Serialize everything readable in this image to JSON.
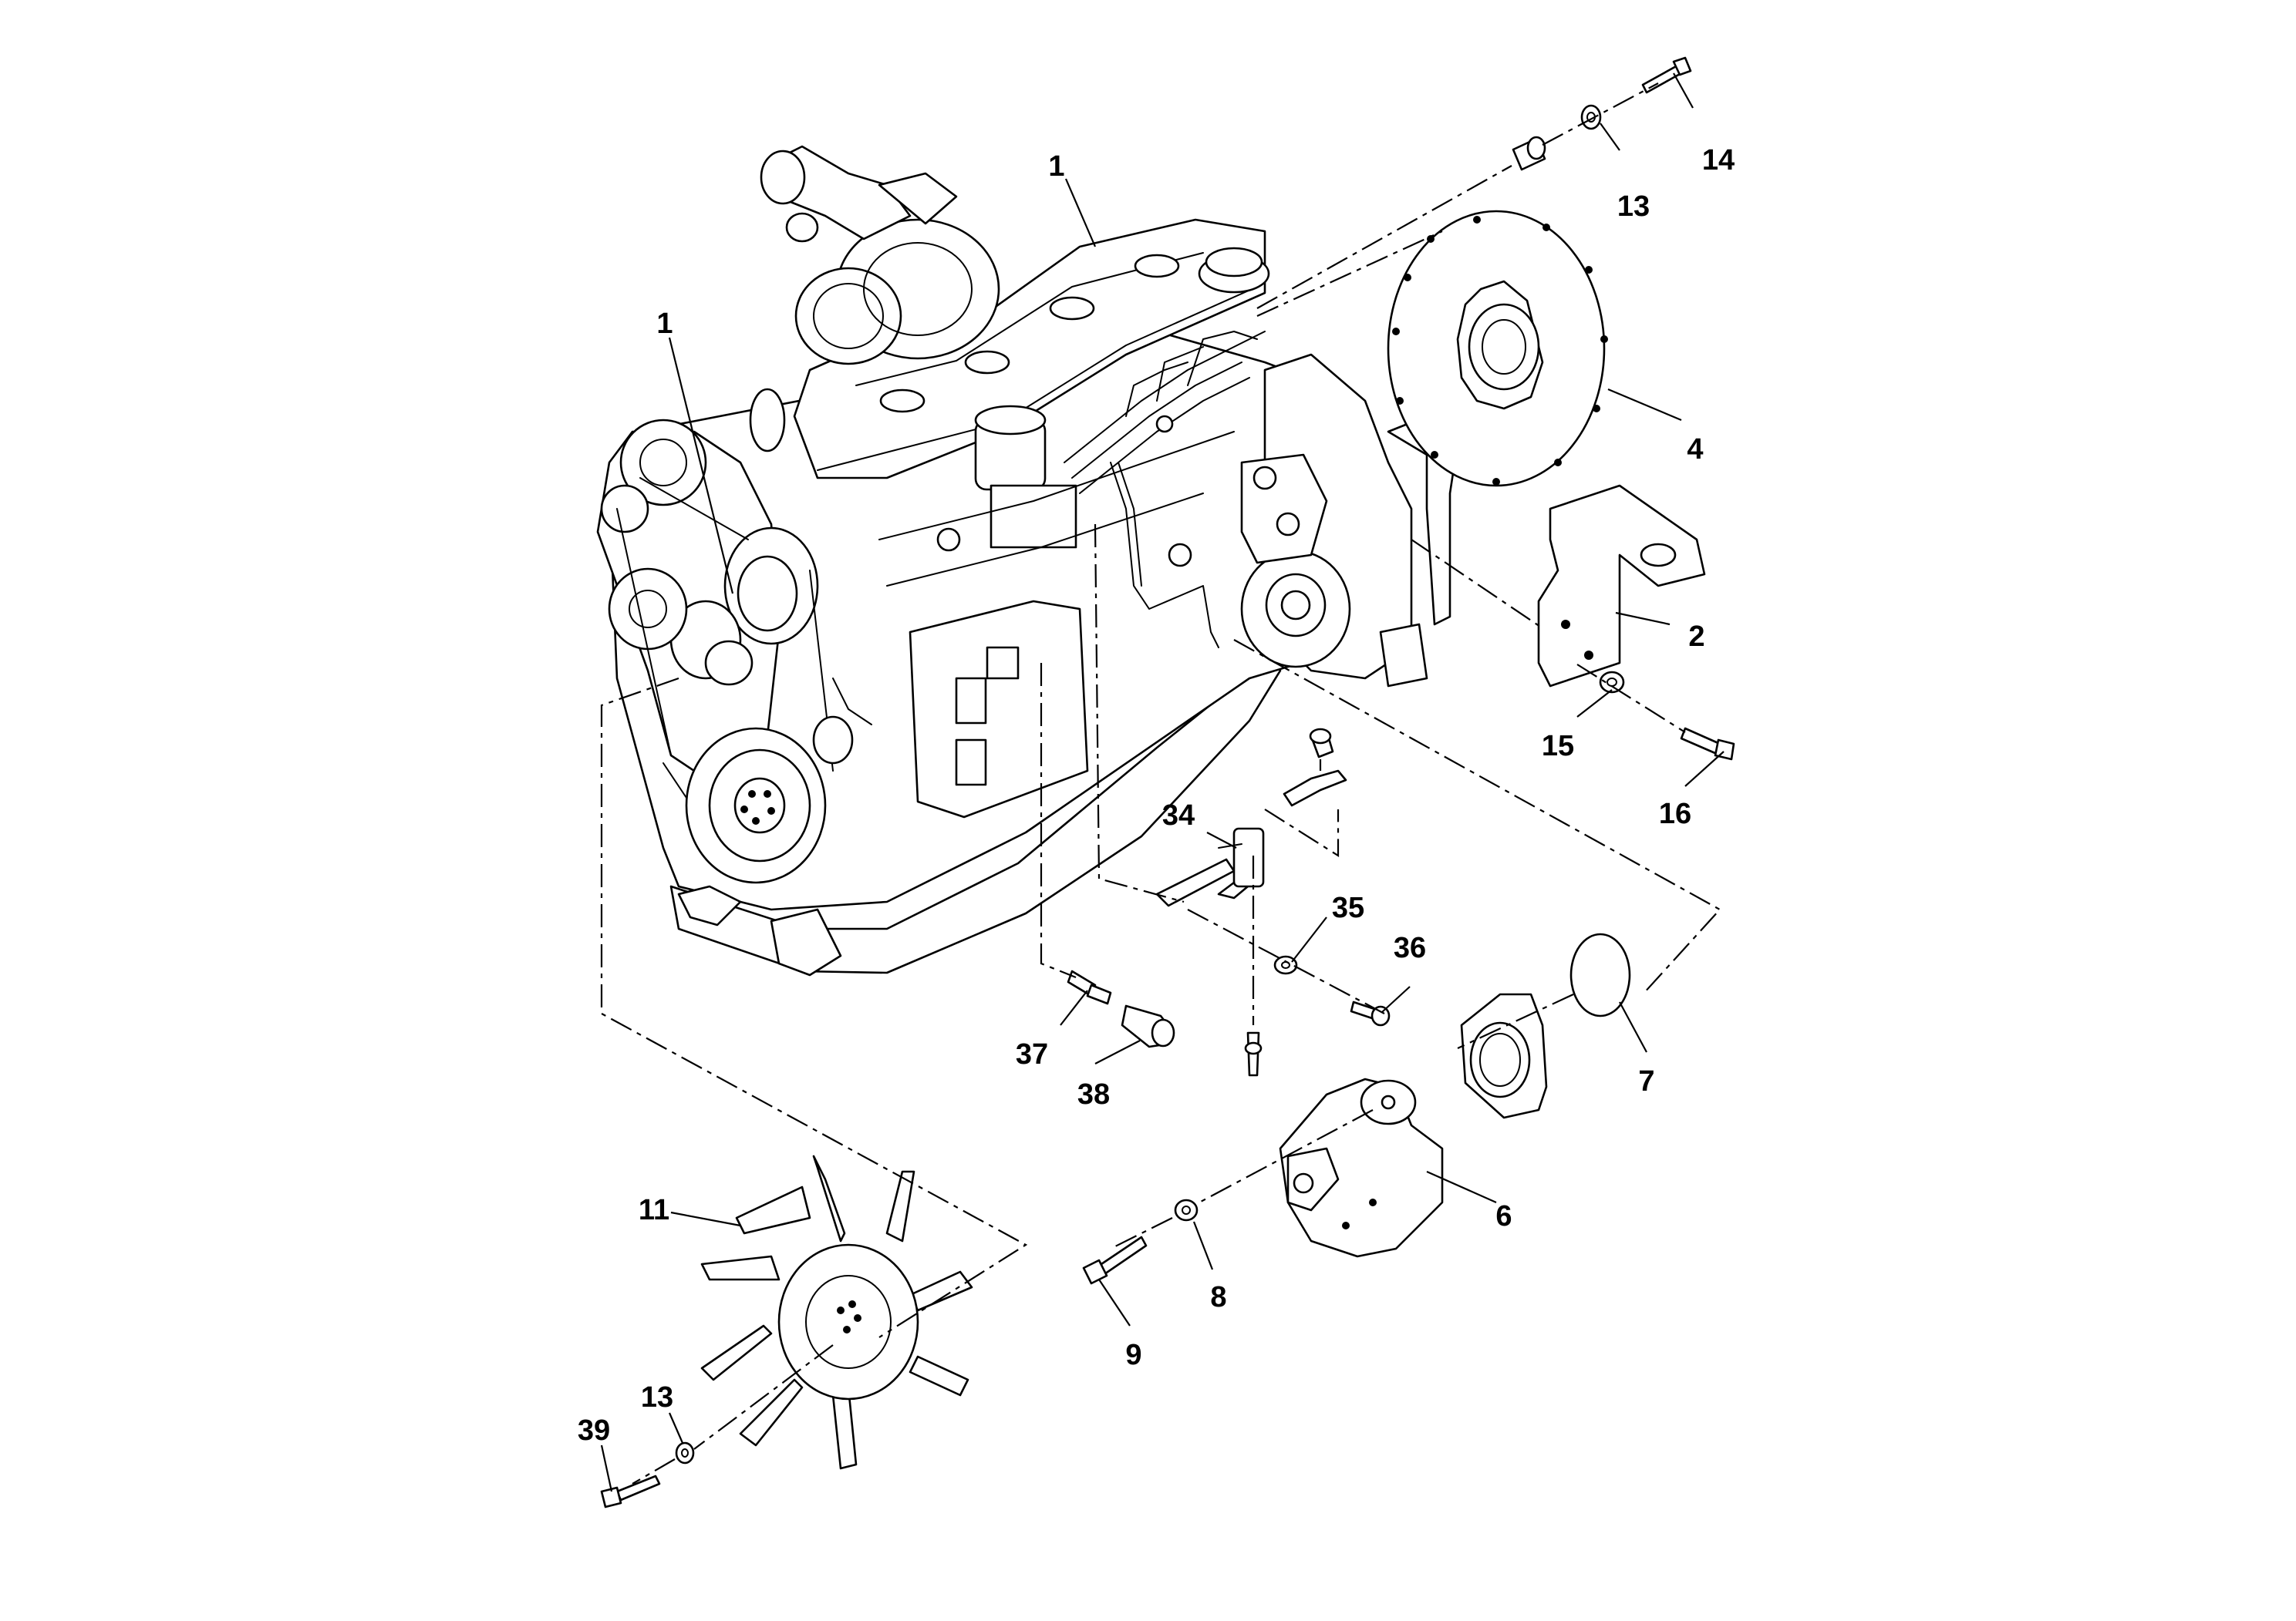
{
  "diagram": {
    "type": "exploded-parts-diagram",
    "callouts": [
      {
        "id": "c1a",
        "label": "1"
      },
      {
        "id": "c1b",
        "label": "1"
      },
      {
        "id": "c14",
        "label": "14"
      },
      {
        "id": "c13a",
        "label": "13"
      },
      {
        "id": "c4",
        "label": "4"
      },
      {
        "id": "c2",
        "label": "2"
      },
      {
        "id": "c15",
        "label": "15"
      },
      {
        "id": "c16",
        "label": "16"
      },
      {
        "id": "c34",
        "label": "34"
      },
      {
        "id": "c35",
        "label": "35"
      },
      {
        "id": "c36",
        "label": "36"
      },
      {
        "id": "c7",
        "label": "7"
      },
      {
        "id": "c37",
        "label": "37"
      },
      {
        "id": "c38",
        "label": "38"
      },
      {
        "id": "c6",
        "label": "6"
      },
      {
        "id": "c11",
        "label": "11"
      },
      {
        "id": "c8",
        "label": "8"
      },
      {
        "id": "c9",
        "label": "9"
      },
      {
        "id": "c13b",
        "label": "13"
      },
      {
        "id": "c39",
        "label": "39"
      }
    ]
  }
}
